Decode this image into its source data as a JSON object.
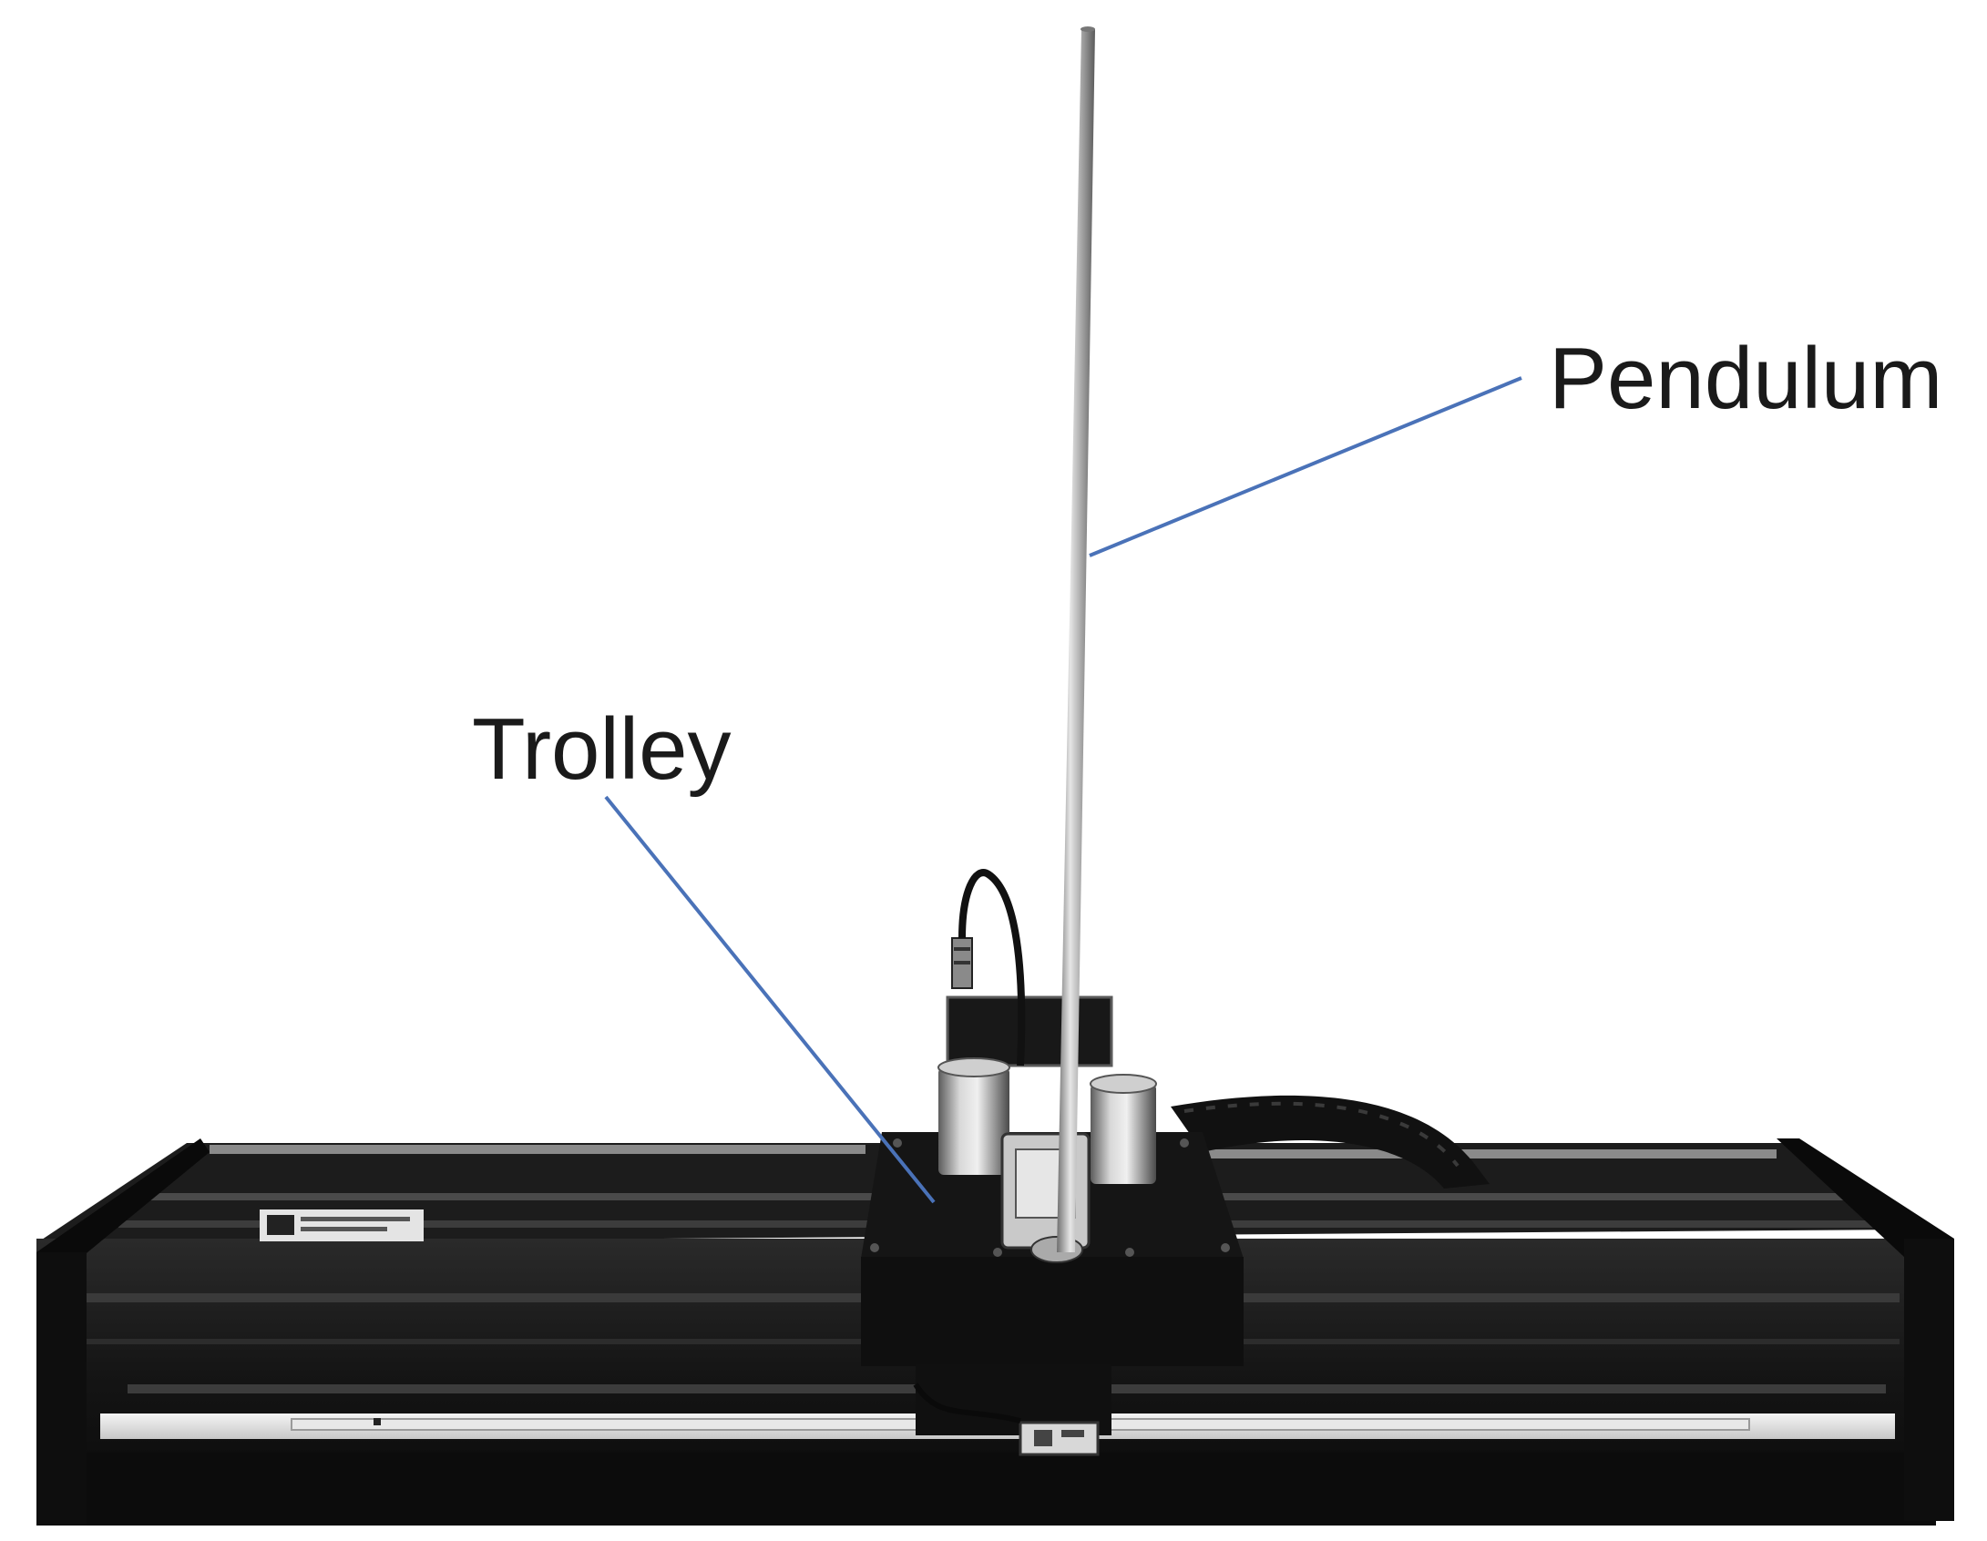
{
  "figure": {
    "type": "photograph",
    "subject": "cart-pole pendulum apparatus on linear rail",
    "callouts": [
      {
        "label": "Pendulum",
        "target": "pendulum-rod"
      },
      {
        "label": "Trolley",
        "target": "trolley-plate"
      }
    ],
    "colors": {
      "background": "#ffffff",
      "callout_line": "#4a72b8",
      "rail_body": "#121212",
      "metal": "#b8b8b8"
    }
  }
}
